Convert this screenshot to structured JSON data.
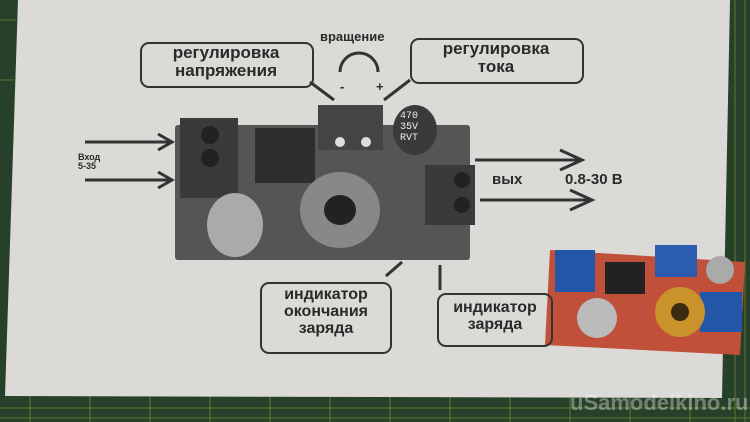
{
  "labels": {
    "rotation": "вращение",
    "minus": "-",
    "plus": "+",
    "voltage_adj_1": "регулировка",
    "voltage_adj_2": "напряжения",
    "current_adj_1": "регулировка",
    "current_adj_2": "тока",
    "input_1": "Вход",
    "input_2": "5-35",
    "output": "вых",
    "output_range": "0.8-30 В",
    "end_indicator_1": "индикатор",
    "end_indicator_2": "окончания",
    "end_indicator_3": "заряда",
    "charge_indicator_1": "индикатор",
    "charge_indicator_2": "заряда"
  },
  "capacitor_text": [
    "470",
    "35V",
    "RVT"
  ],
  "watermark": "uSamodelkino.ru",
  "colors": {
    "mat": "#27402a",
    "paper": "#dcdad6",
    "board": "#c0503a",
    "terminal": "#2456a8",
    "coil": "#c9922a"
  }
}
